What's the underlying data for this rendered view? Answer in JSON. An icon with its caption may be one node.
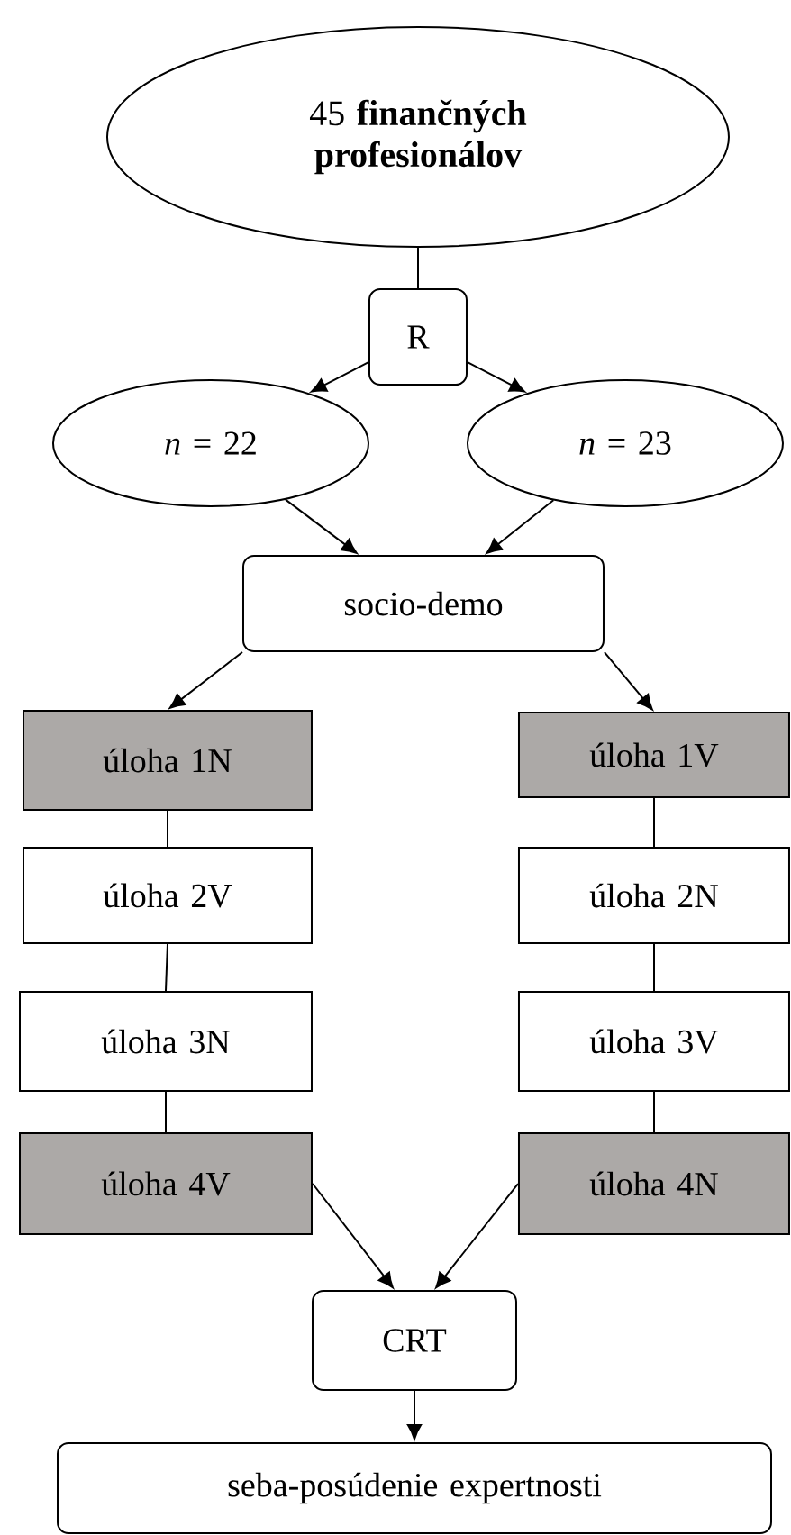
{
  "diagram": {
    "nodes": [
      {
        "text": [
          "45 **finančných profesionálov**"
        ]
      },
      {
        "text": [
          "R"
        ]
      },
      {
        "text": [
          "*n* = 22"
        ]
      },
      {
        "text": [
          "*n* = 23"
        ]
      },
      {
        "text": [
          "socio-demo"
        ]
      },
      {
        "text": [
          "úloha  1N"
        ]
      },
      {
        "text": [
          "úloha  2V"
        ]
      },
      {
        "text": [
          "úloha  3N"
        ]
      },
      {
        "text": [
          "úloha  4V"
        ]
      },
      {
        "text": [
          "úloha  1V"
        ]
      },
      {
        "text": [
          "úloha  2N"
        ]
      },
      {
        "text": [
          "úloha  3V"
        ]
      },
      {
        "text": [
          "úloha  4N"
        ]
      },
      {
        "text": [
          "CRT"
        ]
      },
      {
        "text": [
          "seba-posúdenie  expertnosti"
        ]
      }
    ],
    "edges": [
      {
        "from": 0,
        "to": 1,
        "arrow": "none"
      },
      {
        "from": 1,
        "to": 2,
        "arrow": "to"
      },
      {
        "from": 1,
        "to": 3,
        "arrow": "to"
      },
      {
        "from": 2,
        "to": 4,
        "arrow": "to"
      },
      {
        "from": 3,
        "to": 4,
        "arrow": "to"
      },
      {
        "from": 4,
        "to": 5,
        "arrow": "to"
      },
      {
        "from": 4,
        "to": 9,
        "arrow": "to"
      },
      {
        "from": 5,
        "to": 6,
        "arrow": "none"
      },
      {
        "from": 6,
        "to": 7,
        "arrow": "none"
      },
      {
        "from": 7,
        "to": 8,
        "arrow": "none"
      },
      {
        "from": 9,
        "to": 10,
        "arrow": "none"
      },
      {
        "from": 10,
        "to": 11,
        "arrow": "none"
      },
      {
        "from": 11,
        "to": 12,
        "arrow": "none"
      },
      {
        "from": 8,
        "to": 13,
        "arrow": "to"
      },
      {
        "from": 12,
        "to": 13,
        "arrow": "to"
      },
      {
        "from": 13,
        "to": 14,
        "arrow": "to"
      }
    ]
  }
}
